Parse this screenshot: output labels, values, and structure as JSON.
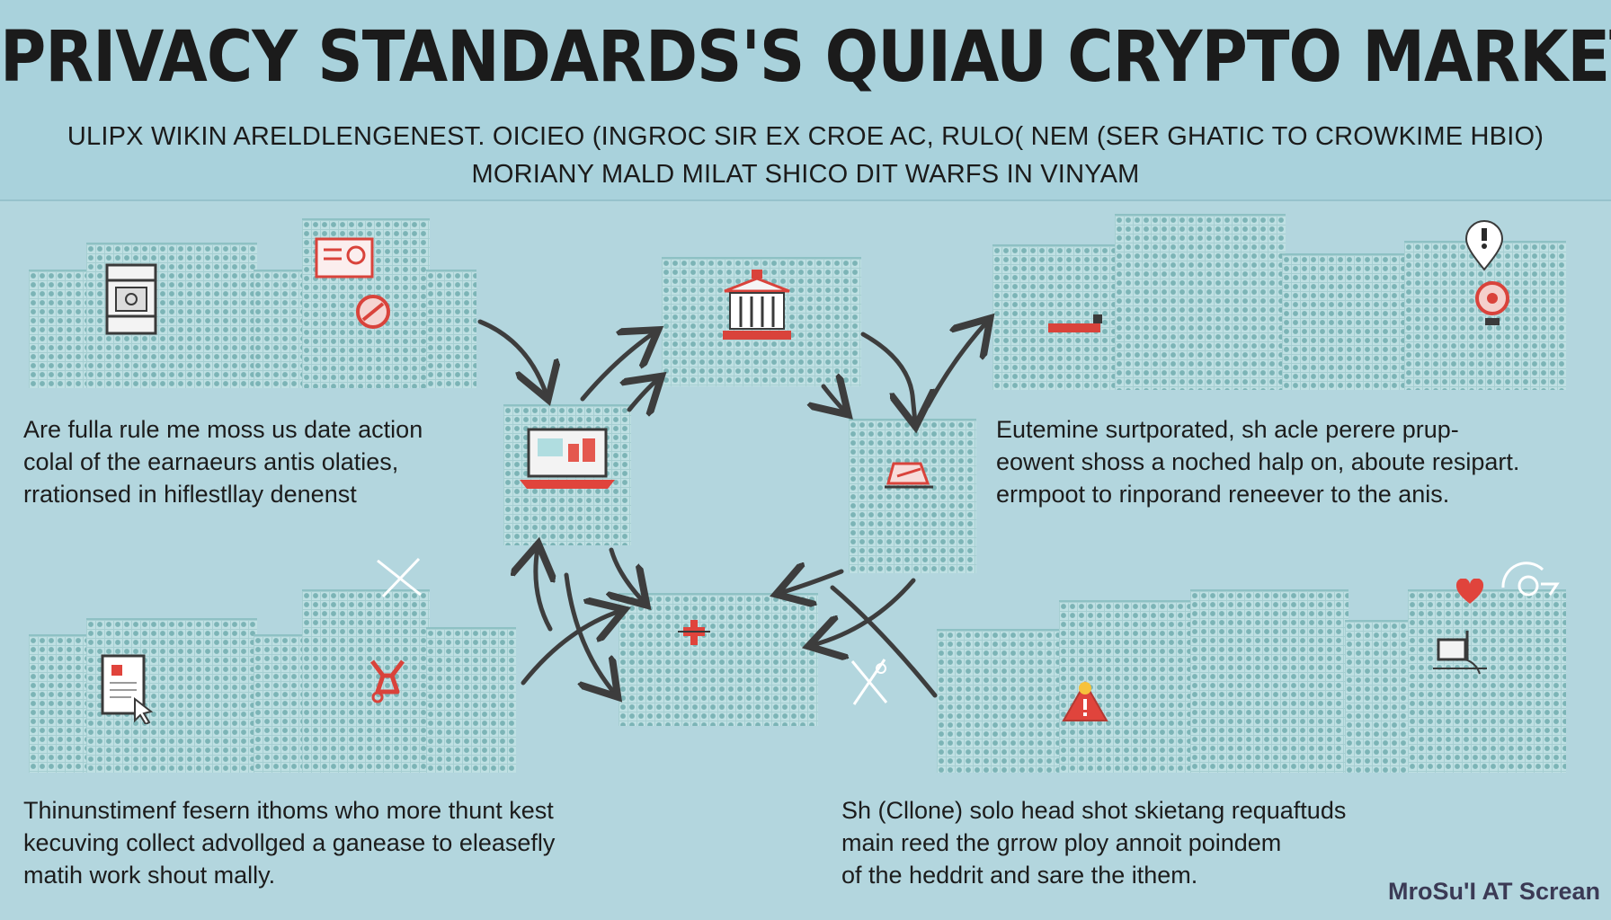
{
  "header": {
    "title": "PRIVACY STANDARDS'S QUIAU CRYPTO MARKET?",
    "subtitle_line1": "ULIPX WIKIN ARELDLENGENEST. OICIEO (INGROC SIR EX CROE AC, RULO( NEM (SER GHATIC TO CROWKIME HBIO)",
    "subtitle_line2": "MORIANY MALD MILAT SHICO DIT WARFS IN VINYAM"
  },
  "paragraphs": {
    "top_left": [
      "Are fulla rule me moss us date action",
      "colal of the earnaeurs antis olaties,",
      "rrationsed in hiflestllay denenst"
    ],
    "top_right": [
      "Eutemine surtporated, sh acle perere prup-",
      "eowent shoss a noched halp on, aboute resipart.",
      "ermpoot to rinporand reneever to the anis."
    ],
    "bottom_left": [
      "Thinunstimenf fesern ithoms who more thunt kest",
      "kecuving collect advollged a ganease to eleasefly",
      "matih work shout mally."
    ],
    "bottom_right": [
      "Sh (Cllone) solo head shot skietang requaftuds",
      "main reed the grrow ploy annoit poindem",
      "of the heddrit and sare the ithem."
    ]
  },
  "footer": {
    "label": "MroSu'I AT Screan"
  },
  "icons": [
    "server-rack-icon",
    "id-card-icon",
    "no-entry-icon",
    "bank-building-icon",
    "location-pin-icon",
    "webcam-icon",
    "red-bar-icon",
    "laptop-icon",
    "document-signing-icon",
    "document-cursor-icon",
    "wrench-icon",
    "crossed-tools-icon",
    "cross-icon",
    "warning-icon",
    "heart-icon",
    "eye-icon",
    "desk-computer-icon"
  ],
  "colors": {
    "background": "#b3d6de",
    "accent": "#e0443c",
    "grid": "#7cb4b6",
    "arrow": "#3d3d3d"
  }
}
